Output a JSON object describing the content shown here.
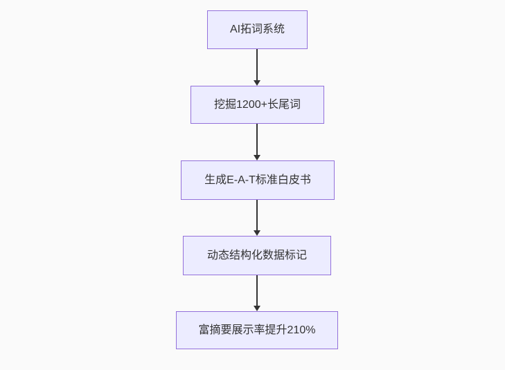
{
  "flowchart": {
    "direction": "top-down",
    "nodes": [
      {
        "id": "A",
        "label": "AI拓词系统"
      },
      {
        "id": "B",
        "label": "挖掘1200+长尾词"
      },
      {
        "id": "C",
        "label": "生成E-A-T标准白皮书"
      },
      {
        "id": "D",
        "label": "动态结构化数据标记"
      },
      {
        "id": "E",
        "label": "富摘要展示率提升210%"
      }
    ],
    "edges": [
      {
        "from": "A",
        "to": "B"
      },
      {
        "from": "B",
        "to": "C"
      },
      {
        "from": "C",
        "to": "D"
      },
      {
        "from": "D",
        "to": "E"
      }
    ],
    "colors": {
      "node_fill": "#ECECFF",
      "node_border": "#9370DB",
      "node_text": "#333333",
      "edge": "#333333",
      "background": "#FAFAFA"
    }
  }
}
